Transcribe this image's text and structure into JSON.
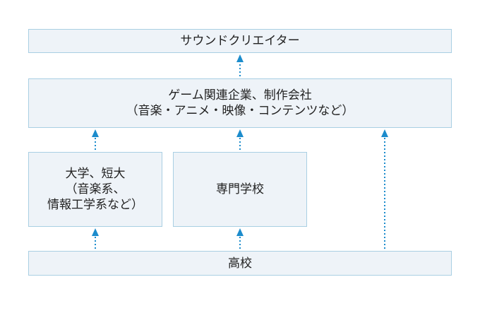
{
  "diagram": {
    "creator": {
      "lines": [
        "サウンドクリエイター"
      ]
    },
    "company": {
      "lines": [
        "ゲーム関連企業、制作会社",
        "（音楽・アニメ・映像・コンテンツなど）"
      ]
    },
    "university": {
      "lines": [
        "大学、短大",
        "（音楽系、",
        "情報工学系など）"
      ]
    },
    "vocational": {
      "lines": [
        "専門学校"
      ]
    },
    "highschool": {
      "lines": [
        "高校"
      ]
    }
  },
  "colors": {
    "box_fill": "#eef3f8",
    "box_border": "#a9cfe3",
    "arrow": "#1c8ccc",
    "text": "#222222"
  }
}
